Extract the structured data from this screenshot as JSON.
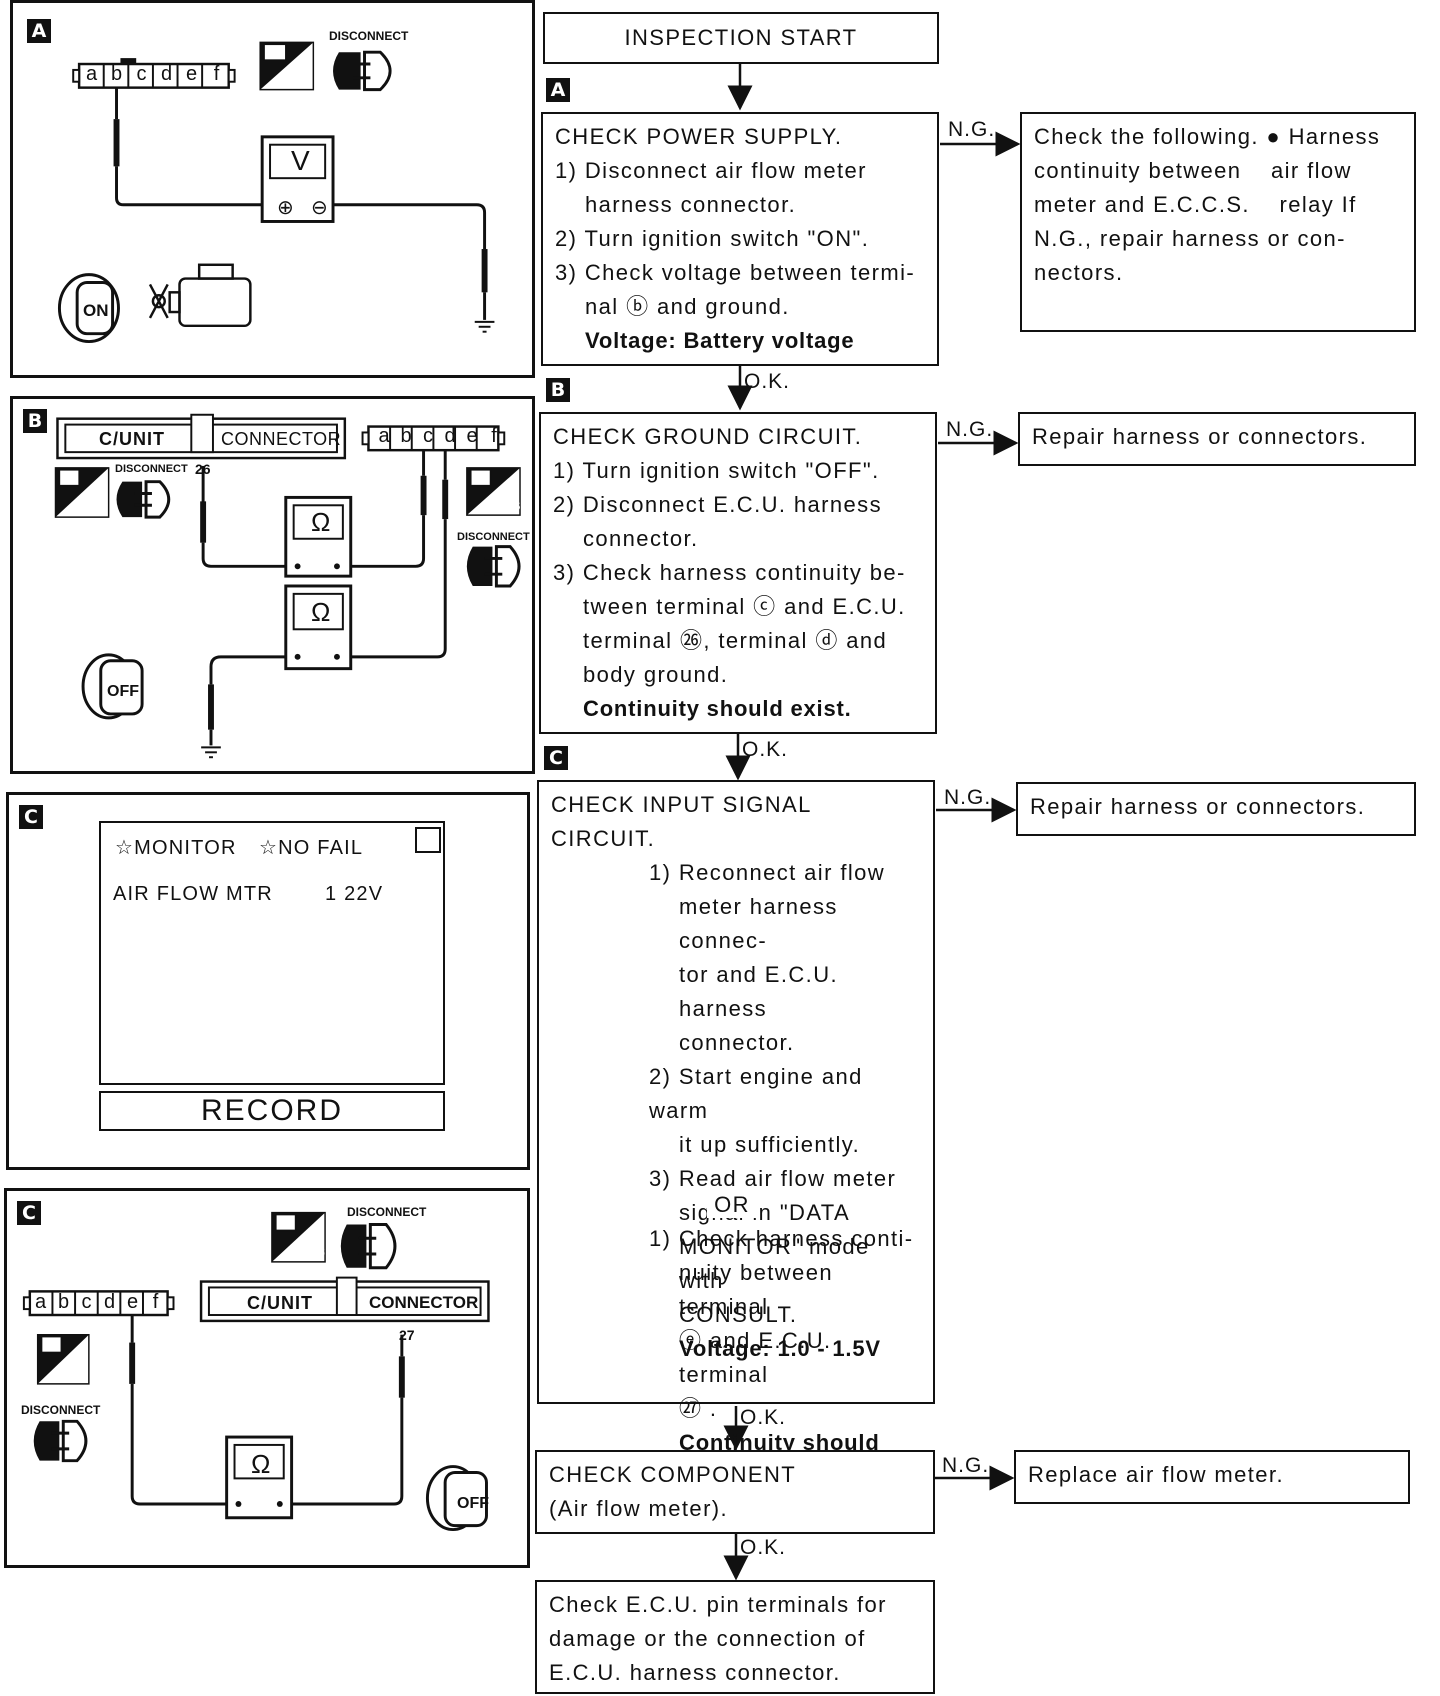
{
  "figures": {
    "A": {
      "tag": "A",
      "disconnect": "DISCONNECT",
      "ts": "T.S.",
      "pins": [
        "a",
        "b",
        "c",
        "d",
        "e",
        "f"
      ],
      "meter": "V",
      "plus": "⊕",
      "minus": "⊖",
      "key": "ON"
    },
    "B": {
      "tag": "B",
      "cunit": "C/UNIT",
      "connector": "CONNECTOR",
      "disconnect_left": "DISCONNECT",
      "terminal": "26",
      "hs": "H.S.",
      "ts": "T.S",
      "disconnect_right": "DISCONNECT",
      "pins": [
        "a",
        "b",
        "c",
        "d",
        "e",
        "f"
      ],
      "meter": "Ω",
      "key": "OFF"
    },
    "C1": {
      "tag": "C",
      "monitor": "☆MONITOR",
      "nofail": "☆NO FAIL",
      "item": "AIR FLOW MTR",
      "value": "1 22V",
      "record": "RECORD"
    },
    "C2": {
      "tag": "C",
      "hs": "H S",
      "disconnect_top": "DISCONNECT",
      "pins": [
        "a",
        "b",
        "c",
        "d",
        "e",
        "f"
      ],
      "cunit": "C/UNIT",
      "connector": "CONNECTOR",
      "terminal": "27",
      "ts": "T S",
      "disconnect_left": "DISCONNECT",
      "meter": "Ω",
      "key": "OFF"
    }
  },
  "flow": {
    "start": "INSPECTION START",
    "ok": "O.K.",
    "ng": "N.G.",
    "or": "OR",
    "tags": {
      "a": "A",
      "b": "B",
      "c": "C"
    },
    "step_a": {
      "title": "CHECK POWER SUPPLY.",
      "l1": "1) Disconnect air flow meter",
      "l1b": "harness connector.",
      "l2": "2) Turn ignition switch \"ON\".",
      "l3": "3) Check voltage between termi-",
      "l3b": "nal ⓑ and ground.",
      "spec": "Voltage: Battery voltage"
    },
    "side_a": {
      "title": "Check the following.",
      "b1": "● Harness continuity between",
      "b1b": "air flow meter and E.C.C.S.",
      "b1c": "relay",
      "r1": "If N.G., repair harness or con-",
      "r2": "nectors."
    },
    "step_b": {
      "title": "CHECK GROUND CIRCUIT.",
      "l1": "1) Turn ignition switch \"OFF\".",
      "l2": "2) Disconnect E.C.U. harness",
      "l2b": "connector.",
      "l3": "3) Check harness continuity be-",
      "l3b": "tween terminal ⓒ and E.C.U.",
      "l3c": "terminal ㉖, terminal ⓓ and",
      "l3d": "body ground.",
      "spec": "Continuity should exist."
    },
    "side_b": "Repair harness or connectors.",
    "step_c": {
      "title": "CHECK INPUT SIGNAL CIRCUIT.",
      "l1": "1) Reconnect air flow",
      "l1b": "meter harness connec-",
      "l1c": "tor and E.C.U. harness",
      "l1d": "connector.",
      "l2": "2) Start engine and warm",
      "l2b": "it up sufficiently.",
      "l3": "3) Read air flow meter",
      "l3b": "signal in \"DATA",
      "l3c": "MONITOR\" mode with",
      "l3d": "CONSULT.",
      "spec": "Voltage: 1.0 - 1.5V",
      "m1": "1) Check harness conti-",
      "m1b": "nuity between terminal",
      "m1c": "ⓔ and E.C.U. terminal",
      "m1d": "㉗ .",
      "mspec": "Continuity should exist."
    },
    "side_c": "Repair harness or connectors.",
    "step_d": {
      "title": "CHECK COMPONENT",
      "l1": "(Air flow meter)."
    },
    "side_d": "Replace air flow meter.",
    "final": {
      "l1": "Check E.C.U. pin terminals for",
      "l2": "damage or the connection of",
      "l3": "E.C.U. harness connector."
    }
  }
}
